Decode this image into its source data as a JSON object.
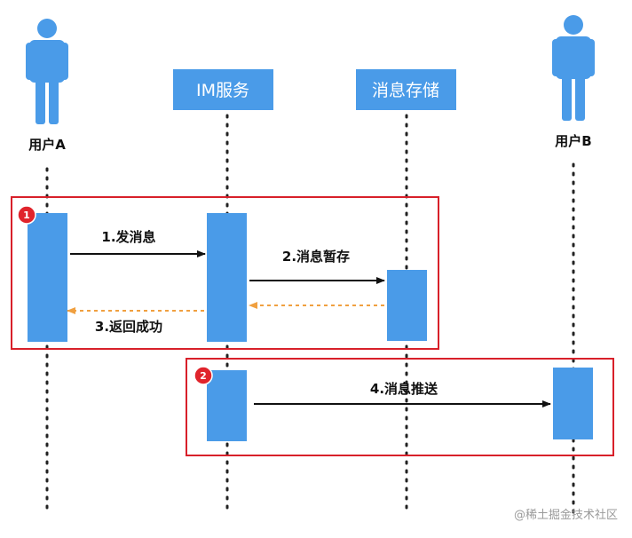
{
  "actors": {
    "user_a": "用户A",
    "user_b": "用户B"
  },
  "services": {
    "im": "IM服务",
    "storage": "消息存储"
  },
  "phases": {
    "one": "1",
    "two": "2"
  },
  "messages": {
    "send": "1.发消息",
    "store": "2.消息暂存",
    "ack": "3.返回成功",
    "push": "4.消息推送"
  },
  "watermark": "@稀土掘金技术社区",
  "colors": {
    "actor_blue": "#4a9be8",
    "activation_blue": "#4a9be8",
    "frame_red": "#d8202a",
    "badge_red": "#e0242c",
    "return_orange": "#f0a040",
    "arrow_black": "#111111"
  }
}
